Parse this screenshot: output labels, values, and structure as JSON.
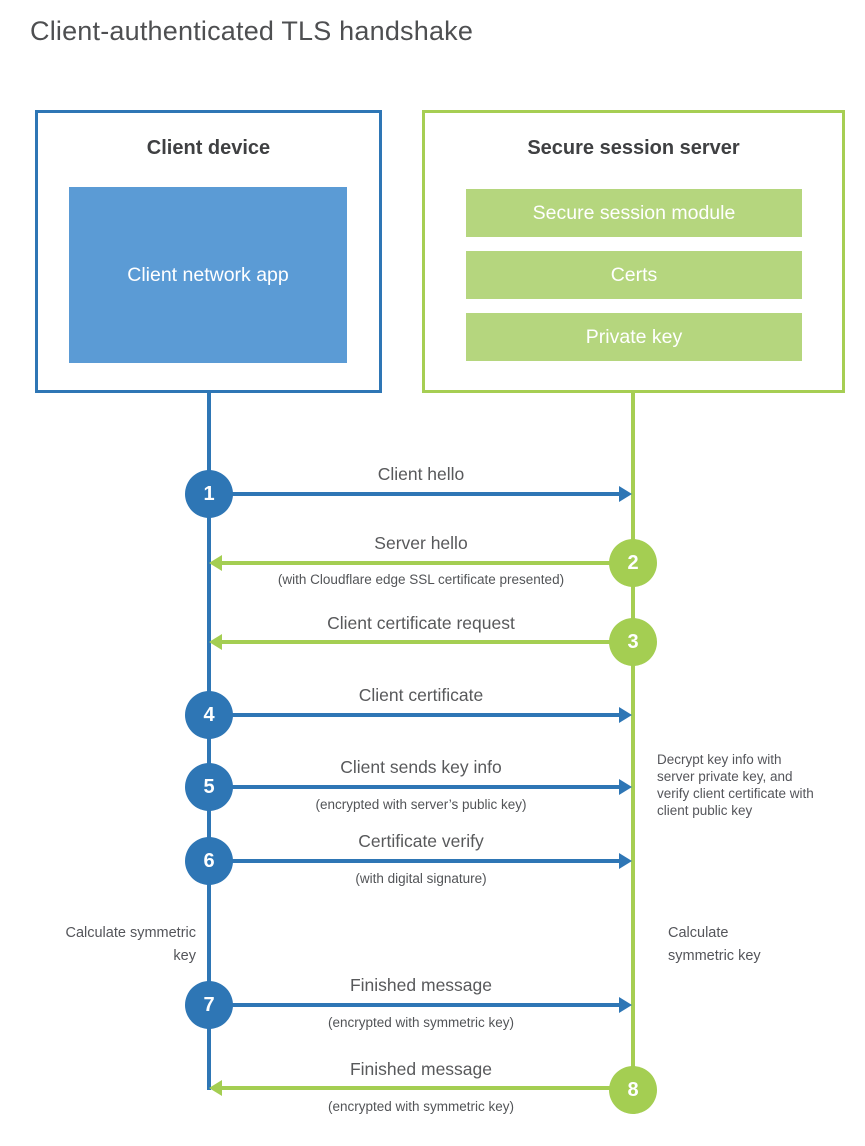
{
  "title": "Client-authenticated TLS handshake",
  "colors": {
    "blue": "#2e76b5",
    "blue_fill": "#5b9bd5",
    "green": "#a4ce52",
    "green_fill": "#b5d67e"
  },
  "client_box": {
    "title": "Client device",
    "app_label": "Client network app"
  },
  "server_box": {
    "title": "Secure session server",
    "modules": [
      "Secure session module",
      "Certs",
      "Private key"
    ]
  },
  "steps": [
    {
      "num": "1",
      "label": "Client hello",
      "sub": "",
      "direction": "right",
      "color": "blue"
    },
    {
      "num": "2",
      "label": "Server hello",
      "sub": "(with Cloudflare edge SSL certificate presented)",
      "direction": "left",
      "color": "green"
    },
    {
      "num": "3",
      "label": "Client certificate request",
      "sub": "",
      "direction": "left",
      "color": "green"
    },
    {
      "num": "4",
      "label": "Client certificate",
      "sub": "",
      "direction": "right",
      "color": "blue"
    },
    {
      "num": "5",
      "label": "Client sends key info",
      "sub": "(encrypted with server’s public key)",
      "direction": "right",
      "color": "blue"
    },
    {
      "num": "6",
      "label": "Certificate verify",
      "sub": "(with digital signature)",
      "direction": "right",
      "color": "blue"
    },
    {
      "num": "7",
      "label": "Finished message",
      "sub": "(encrypted with symmetric key)",
      "direction": "right",
      "color": "blue"
    },
    {
      "num": "8",
      "label": "Finished message",
      "sub": "(encrypted with symmetric key)",
      "direction": "left",
      "color": "green"
    }
  ],
  "annotations": {
    "decrypt_note": "Decrypt key info with server private key, and verify client certificate with client public key",
    "calc_left": "Calculate symmetric key",
    "calc_right": "Calculate symmetric key"
  }
}
